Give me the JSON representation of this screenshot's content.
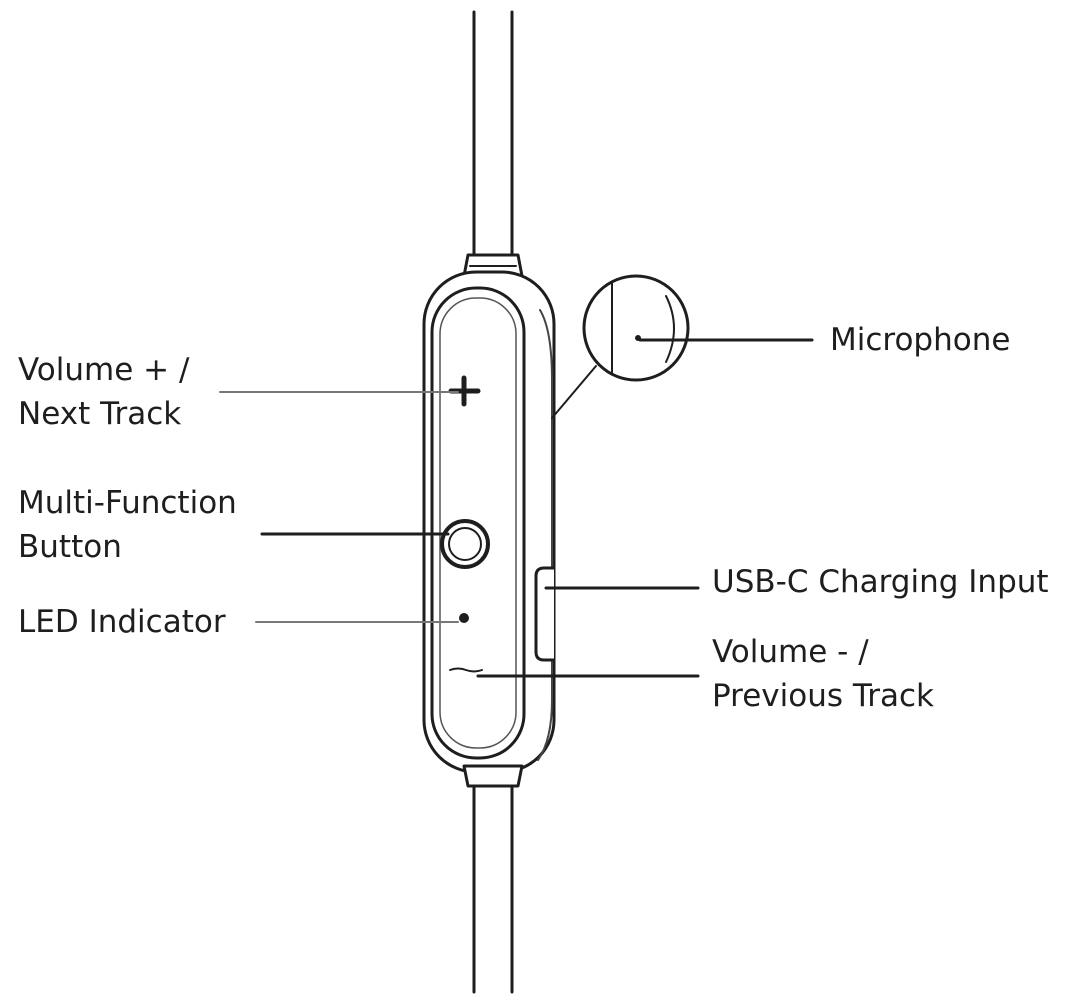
{
  "diagram": {
    "labels": {
      "volume_up": {
        "line1": "Volume + /",
        "line2": "Next Track"
      },
      "multi_function": {
        "line1": "Multi-Function",
        "line2": "Button"
      },
      "led": "LED Indicator",
      "microphone": "Microphone",
      "usb_c": "USB-C Charging Input",
      "volume_down": {
        "line1": "Volume - /",
        "line2": "Previous Track"
      }
    },
    "colors": {
      "ink": "#1e1e1e",
      "leader_light": "#777777",
      "background": "#ffffff"
    }
  }
}
